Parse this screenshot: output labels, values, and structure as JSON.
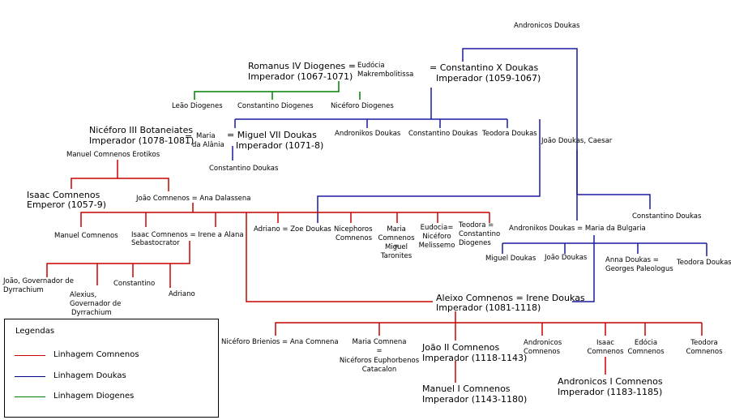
{
  "people": {
    "andronicos_doukas_top": "Andronicos Doukas",
    "romanus": "Romanus IV Diogenes =",
    "romanus_title": "Imperador (1067-1071)",
    "eudocia": "Eudócia",
    "eudocia_2": "Makrembolitissa",
    "constantino_x": "= Constantino X Doukas",
    "constantino_x_title": "Imperador (1059-1067)",
    "leao": "Leão Diogenes",
    "constantino_diogenes": "Constantino Diogenes",
    "niceforo_diogenes": "Nicéforo Diogenes",
    "niceforo_iii": "Nicéforo III Botaneiates",
    "niceforo_iii_title": "Imperador (1078-1081)",
    "eq1": "=",
    "maria": "Maria",
    "maria_2": "da Alânia",
    "miguel_vii": "= Miguel VII Doukas",
    "miguel_vii_title": "Imperador (1071-8)",
    "andronikos_doukas_mid": "Andronikos Doukas",
    "constantino_doukas_mid": "Constantino Doukas",
    "teodora_doukas_mid": "Teodora Doukas",
    "joao_doukas_caesar": "João Doukas, Caesar",
    "constantino_doukas_son": "Constantino Doukas",
    "manuel_erotikos": "Manuel Comnenos Erotikos",
    "isaac_emperor": "Isaac Comnenos",
    "isaac_emperor_title": "Emperor (1057-9)",
    "joao_comnenos": "João Comnenos = Ana Dalassena",
    "constantino_doukas_right": "Constantino Doukas",
    "andronikos_maria": "Andronikos Doukas = Maria da Bulgaria",
    "manuel_comnenos": "Manuel Comnenos",
    "isaac_sebasto": "Isaac Comnenos = Irene a Alana",
    "isaac_sebasto_2": "Sebastocrator",
    "adriano_zoe": "Adriano = Zoe Doukas",
    "nicephoros": "Nicephoros",
    "nicephoros_2": "Comnenos",
    "maria_comnenos_1": "Maria",
    "maria_comnenos_2": "Comnenos",
    "maria_comnenos_3": "=",
    "maria_comnenos_4": "Miguel",
    "maria_comnenos_5": "Taronites",
    "eudocia_c_1": "Eudocia=",
    "eudocia_c_2": "Nicéforo",
    "eudocia_c_3": "Melissemo",
    "teodora_c_1": "Teodora =",
    "teodora_c_2": "Constantino",
    "teodora_c_3": "Diogenes",
    "miguel_doukas": "Miguel Doukas",
    "joao_doukas_2": "João Doukas",
    "anna_doukas": "Anna Doukas =",
    "anna_doukas_2": "Georges Paleologus",
    "teodora_doukas_r": "Teodora Doukas",
    "joao_governador_1": "João, Governador de",
    "joao_governador_2": "Dyrrachium",
    "alexius_1": "Alexius,",
    "alexius_2": "Governador de",
    "alexius_3": "Dyrrachium",
    "constantino_c": "Constantino",
    "adriano": "Adriano",
    "aleixo": "Aleixo Comnenos = Irene Doukas",
    "aleixo_title": "Imperador (1081-1118)",
    "niceforo_brienios": "Nicéforo Brienios = Ana Comnena",
    "maria_comnena_1": "Maria Comnena",
    "maria_comnena_2": "=",
    "maria_comnena_3": "Nicéforos Euphorbenos",
    "maria_comnena_4": "Catacalon",
    "joao_ii": "João II Comnenos",
    "joao_ii_title": "Imperador (1118-1143)",
    "manuel_i": "Manuel I Comnenos",
    "manuel_i_title": "Imperador (1143-1180)",
    "andronicos_c_1": "Andronicos",
    "andronicos_c_2": "Comnenos",
    "isaac_c_1": "Isaac",
    "isaac_c_2": "Comnenos",
    "edocia_1": "Edócia",
    "edocia_2": "Comnenos",
    "teodora_cr_1": "Teodora",
    "teodora_cr_2": "Comnenos",
    "andronicos_i": "Andronicos I Comnenos",
    "andronicos_i_title": "Imperador (1183-1185)"
  },
  "legend": {
    "title": "Legendas",
    "items": [
      {
        "label": "Linhagem Comnenos",
        "color": "#cc0000"
      },
      {
        "label": "Linhagem Doukas",
        "color": "#00008b"
      },
      {
        "label": "Linhagem Diogenes",
        "color": "#008000"
      }
    ]
  },
  "colors": {
    "comnenos": "#cc0000",
    "doukas": "#00008b",
    "diogenes": "#008000"
  }
}
